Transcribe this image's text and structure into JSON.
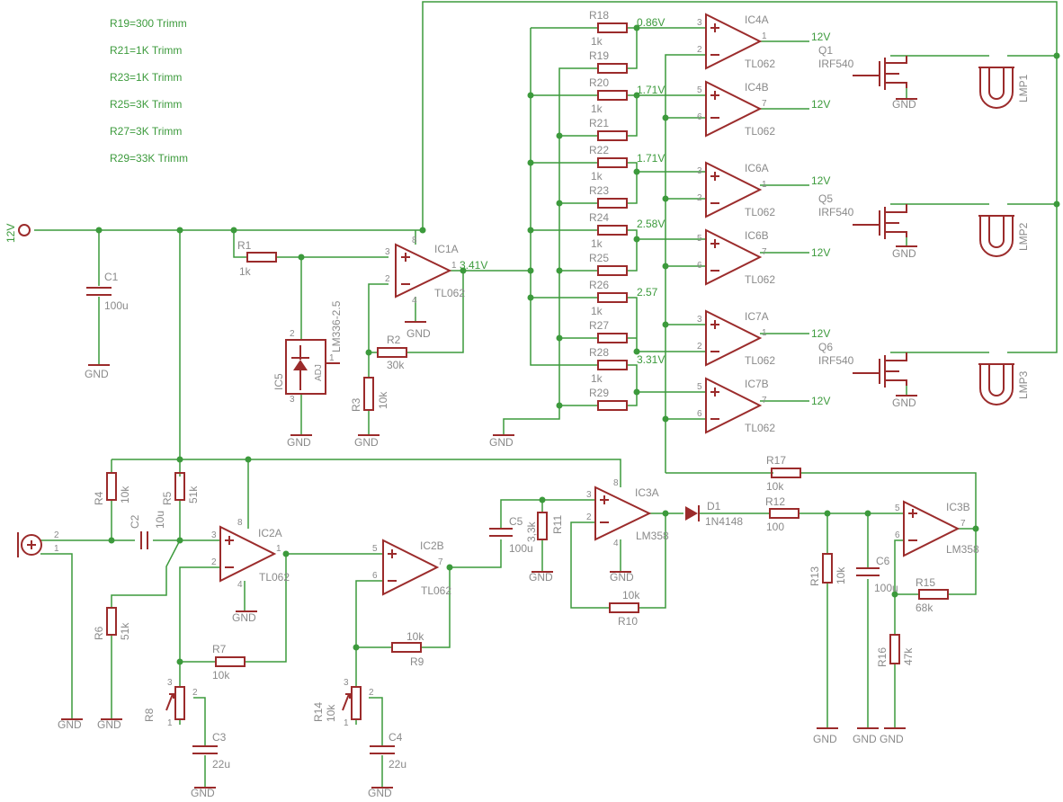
{
  "notes": [
    "R19=300 Trimm",
    "R21=1K Trimm",
    "R23=1K Trimm",
    "R25=3K Trimm",
    "R27=3K Trimm",
    "R29=33K Trimm"
  ],
  "supply": "12V",
  "gnd": "GND",
  "nets": {
    "ic1a_out": "3.41V",
    "tap1": "0.86V",
    "tap2": "1.71V",
    "tap3": "1.71V",
    "tap4": "2.58V",
    "tap5": "2.57",
    "tap6": "3.31V"
  },
  "parts": {
    "r1": {
      "name": "R1",
      "value": "1k"
    },
    "r2": {
      "name": "R2",
      "value": "30k"
    },
    "r3": {
      "name": "R3",
      "value": "10k"
    },
    "c1": {
      "name": "C1",
      "value": "100u"
    },
    "ic5": {
      "name": "IC5",
      "value": "LM336-2.5",
      "adj": "ADJ"
    },
    "ic1a": {
      "name": "IC1A",
      "value": "TL062"
    },
    "r18": {
      "name": "R18",
      "value": "1k"
    },
    "r19": {
      "name": "R19",
      "value": ""
    },
    "r20": {
      "name": "R20",
      "value": "1k"
    },
    "r21": {
      "name": "R21",
      "value": ""
    },
    "r22": {
      "name": "R22",
      "value": "1k"
    },
    "r23": {
      "name": "R23",
      "value": ""
    },
    "r24": {
      "name": "R24",
      "value": "1k"
    },
    "r25": {
      "name": "R25",
      "value": ""
    },
    "r26": {
      "name": "R26",
      "value": "1k"
    },
    "r27": {
      "name": "R27",
      "value": ""
    },
    "r28": {
      "name": "R28",
      "value": "1k"
    },
    "r29": {
      "name": "R29",
      "value": ""
    },
    "ic4a": {
      "name": "IC4A",
      "value": "TL062"
    },
    "ic4b": {
      "name": "IC4B",
      "value": "TL062"
    },
    "ic6a": {
      "name": "IC6A",
      "value": "TL062"
    },
    "ic6b": {
      "name": "IC6B",
      "value": "TL062"
    },
    "ic7a": {
      "name": "IC7A",
      "value": "TL062"
    },
    "ic7b": {
      "name": "IC7B",
      "value": "TL062"
    },
    "q1": {
      "name": "Q1",
      "value": "IRF540"
    },
    "q5": {
      "name": "Q5",
      "value": "IRF540"
    },
    "q6": {
      "name": "Q6",
      "value": "IRF540"
    },
    "lmp1": {
      "name": "LMP1"
    },
    "lmp2": {
      "name": "LMP2"
    },
    "lmp3": {
      "name": "LMP3"
    },
    "r4": {
      "name": "R4",
      "value": "10k"
    },
    "r5": {
      "name": "R5",
      "value": "51k"
    },
    "r6": {
      "name": "R6",
      "value": "51k"
    },
    "c2": {
      "name": "C2",
      "value": "10u"
    },
    "ic2a": {
      "name": "IC2A",
      "value": "TL062"
    },
    "r7": {
      "name": "R7",
      "value": "10k"
    },
    "r8": {
      "name": "R8",
      "value": ""
    },
    "c3": {
      "name": "C3",
      "value": "22u"
    },
    "ic2b": {
      "name": "IC2B",
      "value": "TL062"
    },
    "r9": {
      "name": "R9",
      "value": "10k"
    },
    "r14": {
      "name": "R14",
      "value": "10k"
    },
    "c4": {
      "name": "C4",
      "value": "22u"
    },
    "c5": {
      "name": "C5",
      "value": "100u"
    },
    "r11": {
      "name": "R11",
      "value": "3,3k"
    },
    "ic3a": {
      "name": "IC3A",
      "value": "LM358"
    },
    "r10": {
      "name": "R10",
      "value": "10k"
    },
    "d1": {
      "name": "D1",
      "value": "1N4148"
    },
    "r12": {
      "name": "R12",
      "value": "100"
    },
    "r17": {
      "name": "R17",
      "value": "10k"
    },
    "r13": {
      "name": "R13",
      "value": "10k"
    },
    "c6": {
      "name": "C6",
      "value": "100u"
    },
    "ic3b": {
      "name": "IC3B",
      "value": "LM358"
    },
    "r15": {
      "name": "R15",
      "value": "68k"
    },
    "r16": {
      "name": "R16",
      "value": "47k"
    }
  }
}
